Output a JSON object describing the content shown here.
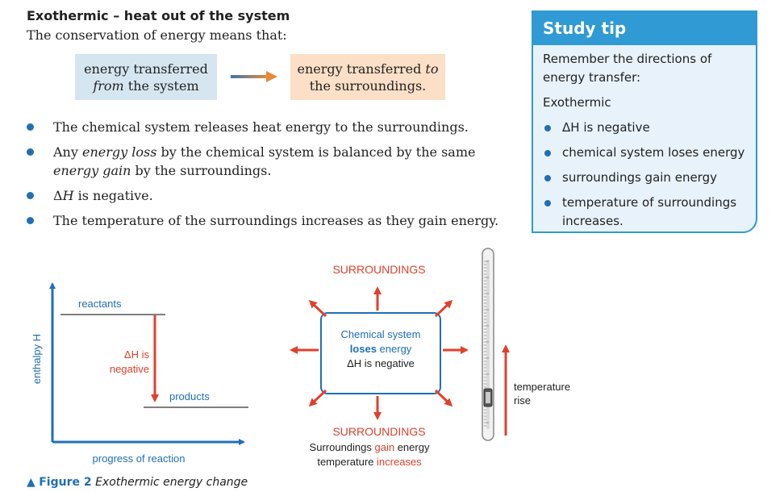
{
  "section": {
    "heading": "Exothermic – heat out of the system",
    "intro": "The conservation of energy means that:"
  },
  "flow": {
    "from_line1": "energy transferred",
    "from_line2_italic": "from",
    "from_line2_rest": " the system",
    "to_line1_plain": "energy transferred ",
    "to_line1_italic": "to",
    "to_line2": "the surroundings."
  },
  "bullets": {
    "b1": "The chemical system releases heat energy to the surroundings.",
    "b2_pre": "Any ",
    "b2_em1": "energy loss",
    "b2_mid": " by the chemical system is balanced by the same",
    "b2_em2": "energy gain",
    "b2_post": " by the surroundings.",
    "b3_delta": "Δ",
    "b3_h": "H",
    "b3_rest": " is negative.",
    "b4": "The temperature of the surroundings increases as they gain energy."
  },
  "study_tip": {
    "title": "Study tip",
    "line1": "Remember the directions of",
    "line2": "energy transfer:",
    "subheading": "Exothermic",
    "item1_delta": "ΔH",
    "item1_rest": " is negative",
    "item2": "chemical system loses energy",
    "item3": "surroundings gain energy",
    "item4_line1": "temperature of surroundings",
    "item4_line2": "increases."
  },
  "enthalpy_diagram": {
    "y_label": "enthalpy H",
    "x_label": "progress of reaction",
    "reactants": "reactants",
    "products": "products",
    "delta_line1": "ΔH is",
    "delta_line2": "negative"
  },
  "system_diagram": {
    "surroundings_top": "SURROUNDINGS",
    "surroundings_bottom": "SURROUNDINGS",
    "system_line1": "Chemical system",
    "system_line2_bold": "loses",
    "system_line2_rest": " energy",
    "system_line3": "ΔH is negative",
    "footer1_pre": "Surroundings ",
    "footer1_em": "gain",
    "footer1_post": " energy",
    "footer2_pre": "temperature ",
    "footer2_em": "increases"
  },
  "thermometer": {
    "label_line1": "temperature",
    "label_line2": "rise"
  },
  "figure": {
    "number": "Figure 2",
    "caption": "Exothermic energy change"
  },
  "colors": {
    "blue": "#1f6fb5",
    "red": "#e0412b",
    "tip_blue": "#2f9ad3"
  }
}
